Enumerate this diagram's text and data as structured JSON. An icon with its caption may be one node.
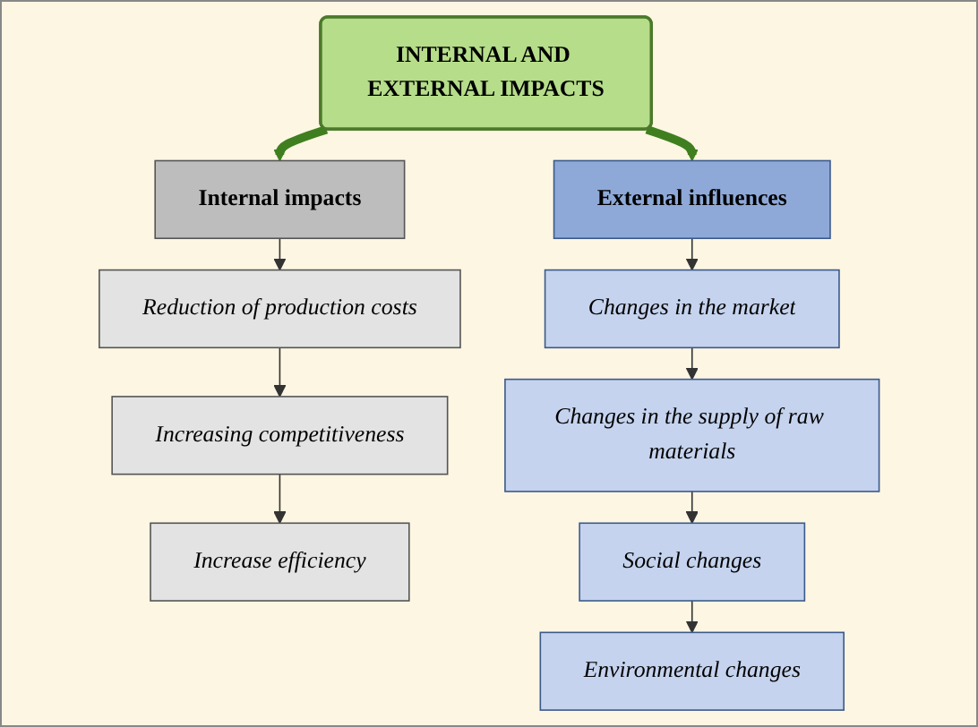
{
  "diagram": {
    "nodes": [
      {
        "text": [
          "INTERNAL AND EXTERNAL IMPACTS"
        ]
      },
      {
        "text": [
          "Internal impacts"
        ]
      },
      {
        "text": [
          "Reduction of production costs"
        ]
      },
      {
        "text": [
          "Increasing competitiveness"
        ]
      },
      {
        "text": [
          "Increase efficiency"
        ]
      },
      {
        "text": [
          "External influences"
        ]
      },
      {
        "text": [
          "Changes in the market"
        ]
      },
      {
        "text": [
          "Changes in the supply of raw materials"
        ]
      },
      {
        "text": [
          "Social changes"
        ]
      },
      {
        "text": [
          "Environmental changes"
        ]
      }
    ],
    "edges": [
      {
        "from": 0,
        "to": 1,
        "arrow": "to",
        "style": "thick",
        "color": "#3f7f1f"
      },
      {
        "from": 0,
        "to": 5,
        "arrow": "to",
        "style": "thick",
        "color": "#3f7f1f"
      },
      {
        "from": 1,
        "to": 2,
        "arrow": "to"
      },
      {
        "from": 2,
        "to": 3,
        "arrow": "to"
      },
      {
        "from": 3,
        "to": 4,
        "arrow": "to"
      },
      {
        "from": 5,
        "to": 6,
        "arrow": "to"
      },
      {
        "from": 6,
        "to": 7,
        "arrow": "to"
      },
      {
        "from": 7,
        "to": 8,
        "arrow": "to"
      },
      {
        "from": 8,
        "to": 9,
        "arrow": "to"
      }
    ]
  }
}
